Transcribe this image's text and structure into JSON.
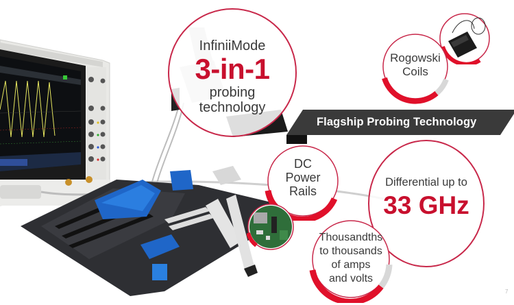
{
  "slide": {
    "banner": {
      "label": "Flagship Probing Technology"
    },
    "page_number": "7",
    "features": [
      {
        "id": "infiniimode",
        "line1": "InfiniiMode",
        "highlight": "3-in-1",
        "line3": "probing",
        "line4": "technology"
      },
      {
        "id": "rogowski",
        "line1": "Rogowski",
        "line2": "Coils"
      },
      {
        "id": "dc-power",
        "line1": "DC",
        "line2": "Power",
        "line3": "Rails"
      },
      {
        "id": "differential",
        "line1": "Differential up to",
        "highlight": "33 GHz"
      },
      {
        "id": "range",
        "line1": "Thousandths",
        "line2": "to thousands",
        "line3": "of amps",
        "line4": "and volts"
      }
    ],
    "colors": {
      "accent": "#c8102e",
      "ring": "#c8284a",
      "banner": "#3a3a3a",
      "text": "#3a3a3a"
    }
  }
}
